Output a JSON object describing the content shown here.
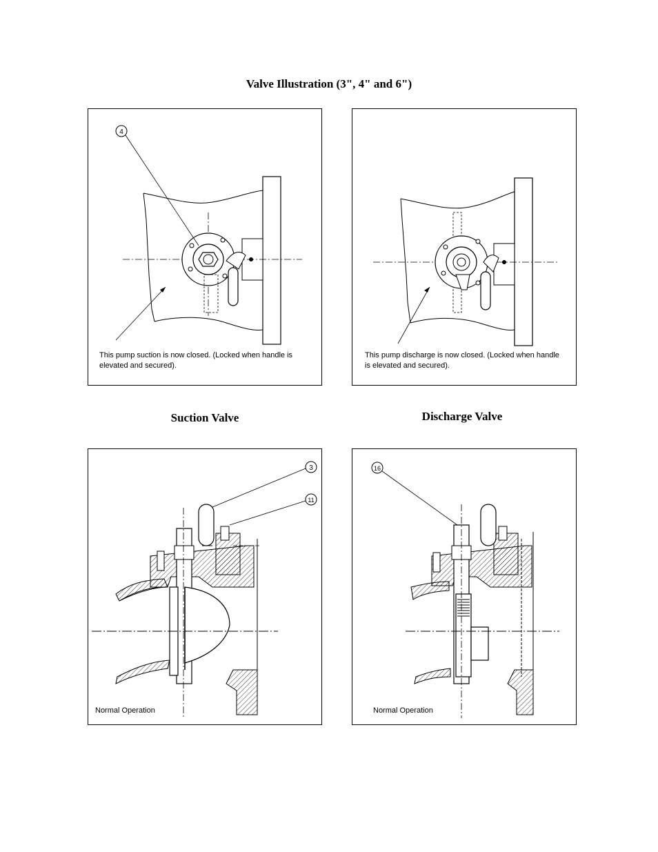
{
  "page_title": "Valve Illustration (3\", 4\" and 6\")",
  "panels": {
    "suction_top": {
      "note": "This pump suction is now closed. (Locked when handle is elevated and secured).",
      "callout": "4"
    },
    "discharge_top": {
      "note": "This pump discharge is now closed. (Locked when handle is elevated and secured).",
      "callout": ""
    },
    "suction_bottom": {
      "note": "Normal Operation",
      "callouts": [
        "3",
        "11"
      ]
    },
    "discharge_bottom": {
      "note": "Normal Operation",
      "callout": "16"
    }
  },
  "captions": {
    "suction": "Suction Valve",
    "discharge": "Discharge Valve"
  }
}
